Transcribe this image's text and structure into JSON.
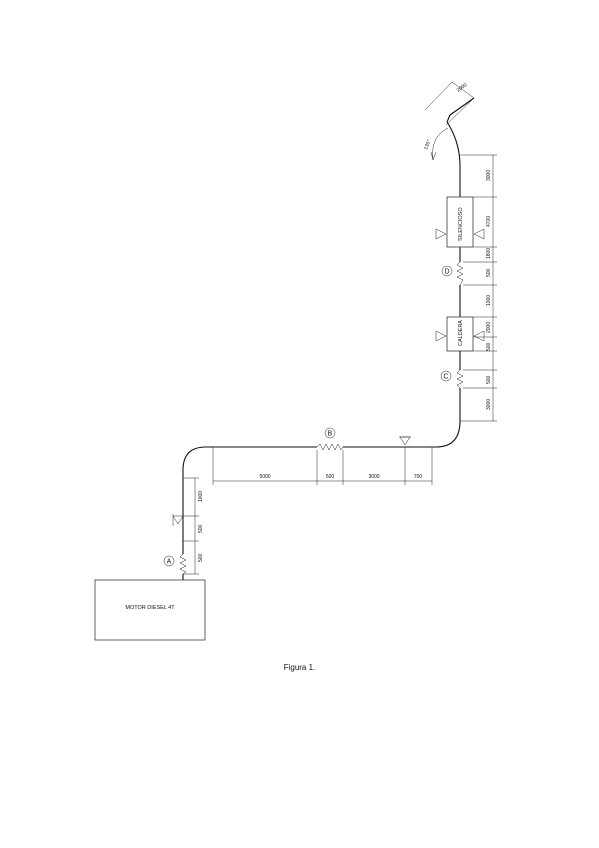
{
  "engine_label": "MOTOR DIESEL 4T",
  "boiler_label": "CALDERA",
  "silencer_label": "SILENCIOSO",
  "caption": "Figura 1.",
  "joints": {
    "a": "A",
    "b": "B",
    "c": "C",
    "d": "D"
  },
  "dims": {
    "h5000": "5000",
    "h500": "500",
    "h3000": "3000",
    "h700": "700",
    "v1000_left": "1000",
    "v500_left_upper": "500",
    "v500_left_lower": "500",
    "v3000_bottom": "3000",
    "v500_c": "500",
    "v500_caldera": "500",
    "v2000_caldera": "2000",
    "v1000_mid": "1000",
    "v500_d": "500",
    "v1800": "1800",
    "v4700": "4700",
    "v3000_top": "3000",
    "outlet_2000": "2000",
    "angle_135": "135°"
  }
}
